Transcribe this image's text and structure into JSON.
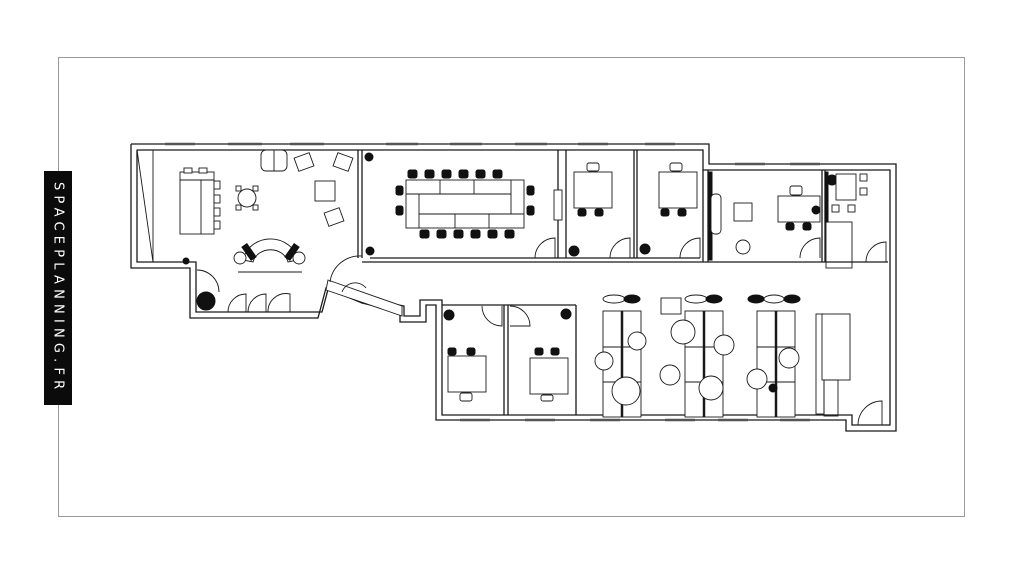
{
  "branding": {
    "label": "SPACEPLANNING.FR",
    "background_color": "#0b0b0b",
    "text_color": "#ffffff"
  },
  "frame": {
    "border_color": "#9a9a9a"
  },
  "floor_plan": {
    "line_color": "#1a1a1a",
    "rooms": [
      {
        "id": "reception-lounge",
        "furniture": [
          "counter with stools",
          "round table with 4 chairs",
          "2 armchairs",
          "square coffee table",
          "curved sofa",
          "plant",
          "double doors"
        ]
      },
      {
        "id": "meeting-room",
        "furniture": [
          "conference table",
          "16 chairs",
          "2 plants",
          "door"
        ]
      },
      {
        "id": "office-1",
        "furniture": [
          "desk",
          "3 chairs",
          "plant",
          "door"
        ]
      },
      {
        "id": "office-2",
        "furniture": [
          "desk",
          "3 chairs",
          "plant",
          "door"
        ]
      },
      {
        "id": "manager-office",
        "furniture": [
          "sofa",
          "coffee table",
          "desk",
          "3 chairs",
          "armchair",
          "door"
        ]
      },
      {
        "id": "kitchenette",
        "furniture": [
          "table",
          "4 chairs",
          "plant",
          "door"
        ]
      },
      {
        "id": "office-3",
        "furniture": [
          "desk",
          "3 chairs",
          "plant",
          "door"
        ]
      },
      {
        "id": "office-4",
        "furniture": [
          "desk",
          "3 chairs",
          "plant",
          "door"
        ]
      },
      {
        "id": "open-space",
        "furniture": [
          "3 workstation clusters of 6 desks",
          "round tables",
          "storage"
        ]
      },
      {
        "id": "storage-entry",
        "furniture": [
          "cabinet",
          "shelving",
          "door"
        ]
      }
    ]
  }
}
